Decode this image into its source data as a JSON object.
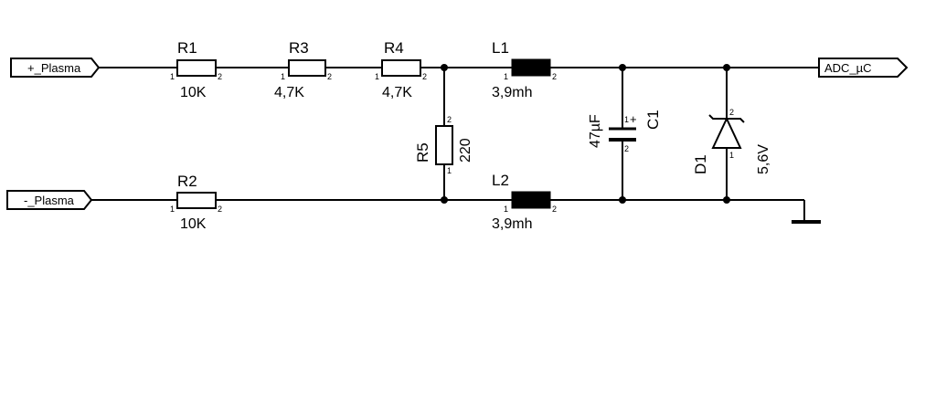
{
  "ports": {
    "plus_plasma": "+_Plasma",
    "minus_plasma": "-_Plasma",
    "adc": "ADC_µC"
  },
  "components": {
    "R1": {
      "ref": "R1",
      "value": "10K",
      "pin1": "1",
      "pin2": "2"
    },
    "R3": {
      "ref": "R3",
      "value": "4,7K",
      "pin1": "1",
      "pin2": "2"
    },
    "R4": {
      "ref": "R4",
      "value": "4,7K",
      "pin1": "1",
      "pin2": "2"
    },
    "R2": {
      "ref": "R2",
      "value": "10K",
      "pin1": "1",
      "pin2": "2"
    },
    "R5": {
      "ref": "R5",
      "value": "220",
      "pin1": "1",
      "pin2": "2"
    },
    "L1": {
      "ref": "L1",
      "value": "3,9mh",
      "pin1": "1",
      "pin2": "2"
    },
    "L2": {
      "ref": "L2",
      "value": "3,9mh",
      "pin1": "1",
      "pin2": "2"
    },
    "C1": {
      "ref": "C1",
      "value": "47µF",
      "pin1": "1",
      "pin2": "2",
      "polarity": "+"
    },
    "D1": {
      "ref": "D1",
      "value": "5,6V",
      "pin1": "1",
      "pin2": "2"
    }
  }
}
